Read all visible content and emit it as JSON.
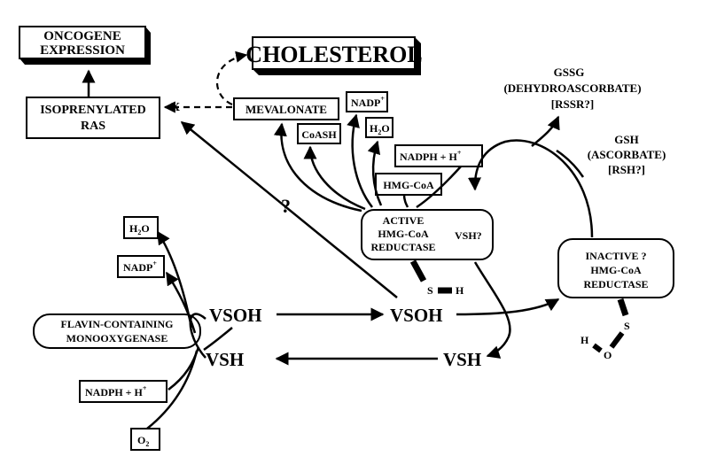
{
  "oncogene": {
    "line1": "ONCOGENE",
    "line2": "EXPRESSION"
  },
  "cholesterol": "CHOLESTEROL",
  "isoprenylated": {
    "line1": "ISOPRENYLATED",
    "line2": "RAS"
  },
  "block_mark": "X",
  "mevalonate": "MEVALONATE",
  "nadp_plus": {
    "base": "NADP",
    "sup": "+"
  },
  "water": {
    "pre": "H",
    "sub": "2",
    "post": "O"
  },
  "coash": "CoASH",
  "nadph": {
    "base": "NADPH + H",
    "sup": "+"
  },
  "hmg_coa": "HMG-CoA",
  "question": "?",
  "active_reductase": {
    "line1": "ACTIVE",
    "line2": "HMG-CoA",
    "line3": "REDUCTASE",
    "side": "VSH?"
  },
  "inactive_reductase": {
    "line1": "INACTIVE ?",
    "line2": "HMG-CoA",
    "line3": "REDUCTASE"
  },
  "gssg": {
    "line1": "GSSG",
    "line2": "(DEHYDROASCORBATE)",
    "line3": "[RSSR?]"
  },
  "gsh": {
    "line1": "GSH",
    "line2": "(ASCORBATE)",
    "line3": "[RSH?]"
  },
  "flavin": {
    "line1": "FLAVIN-CONTAINING",
    "line2": "MONOOXYGENASE"
  },
  "left_h2o": {
    "pre": "H",
    "sub": "2",
    "post": "O"
  },
  "left_nadp": {
    "base": "NADP",
    "sup": "+"
  },
  "left_nadph": {
    "base": "NADPH + H",
    "sup": "+"
  },
  "o2": {
    "pre": "O",
    "sub": "2"
  },
  "vsoh_left": "VSOH",
  "vsoh_right": "VSOH",
  "vsh_left": "VSH",
  "vsh_right": "VSH",
  "sh_bond": {
    "s": "S",
    "h": "H"
  },
  "soh_group": {
    "s": "S",
    "o": "O",
    "h": "H"
  }
}
